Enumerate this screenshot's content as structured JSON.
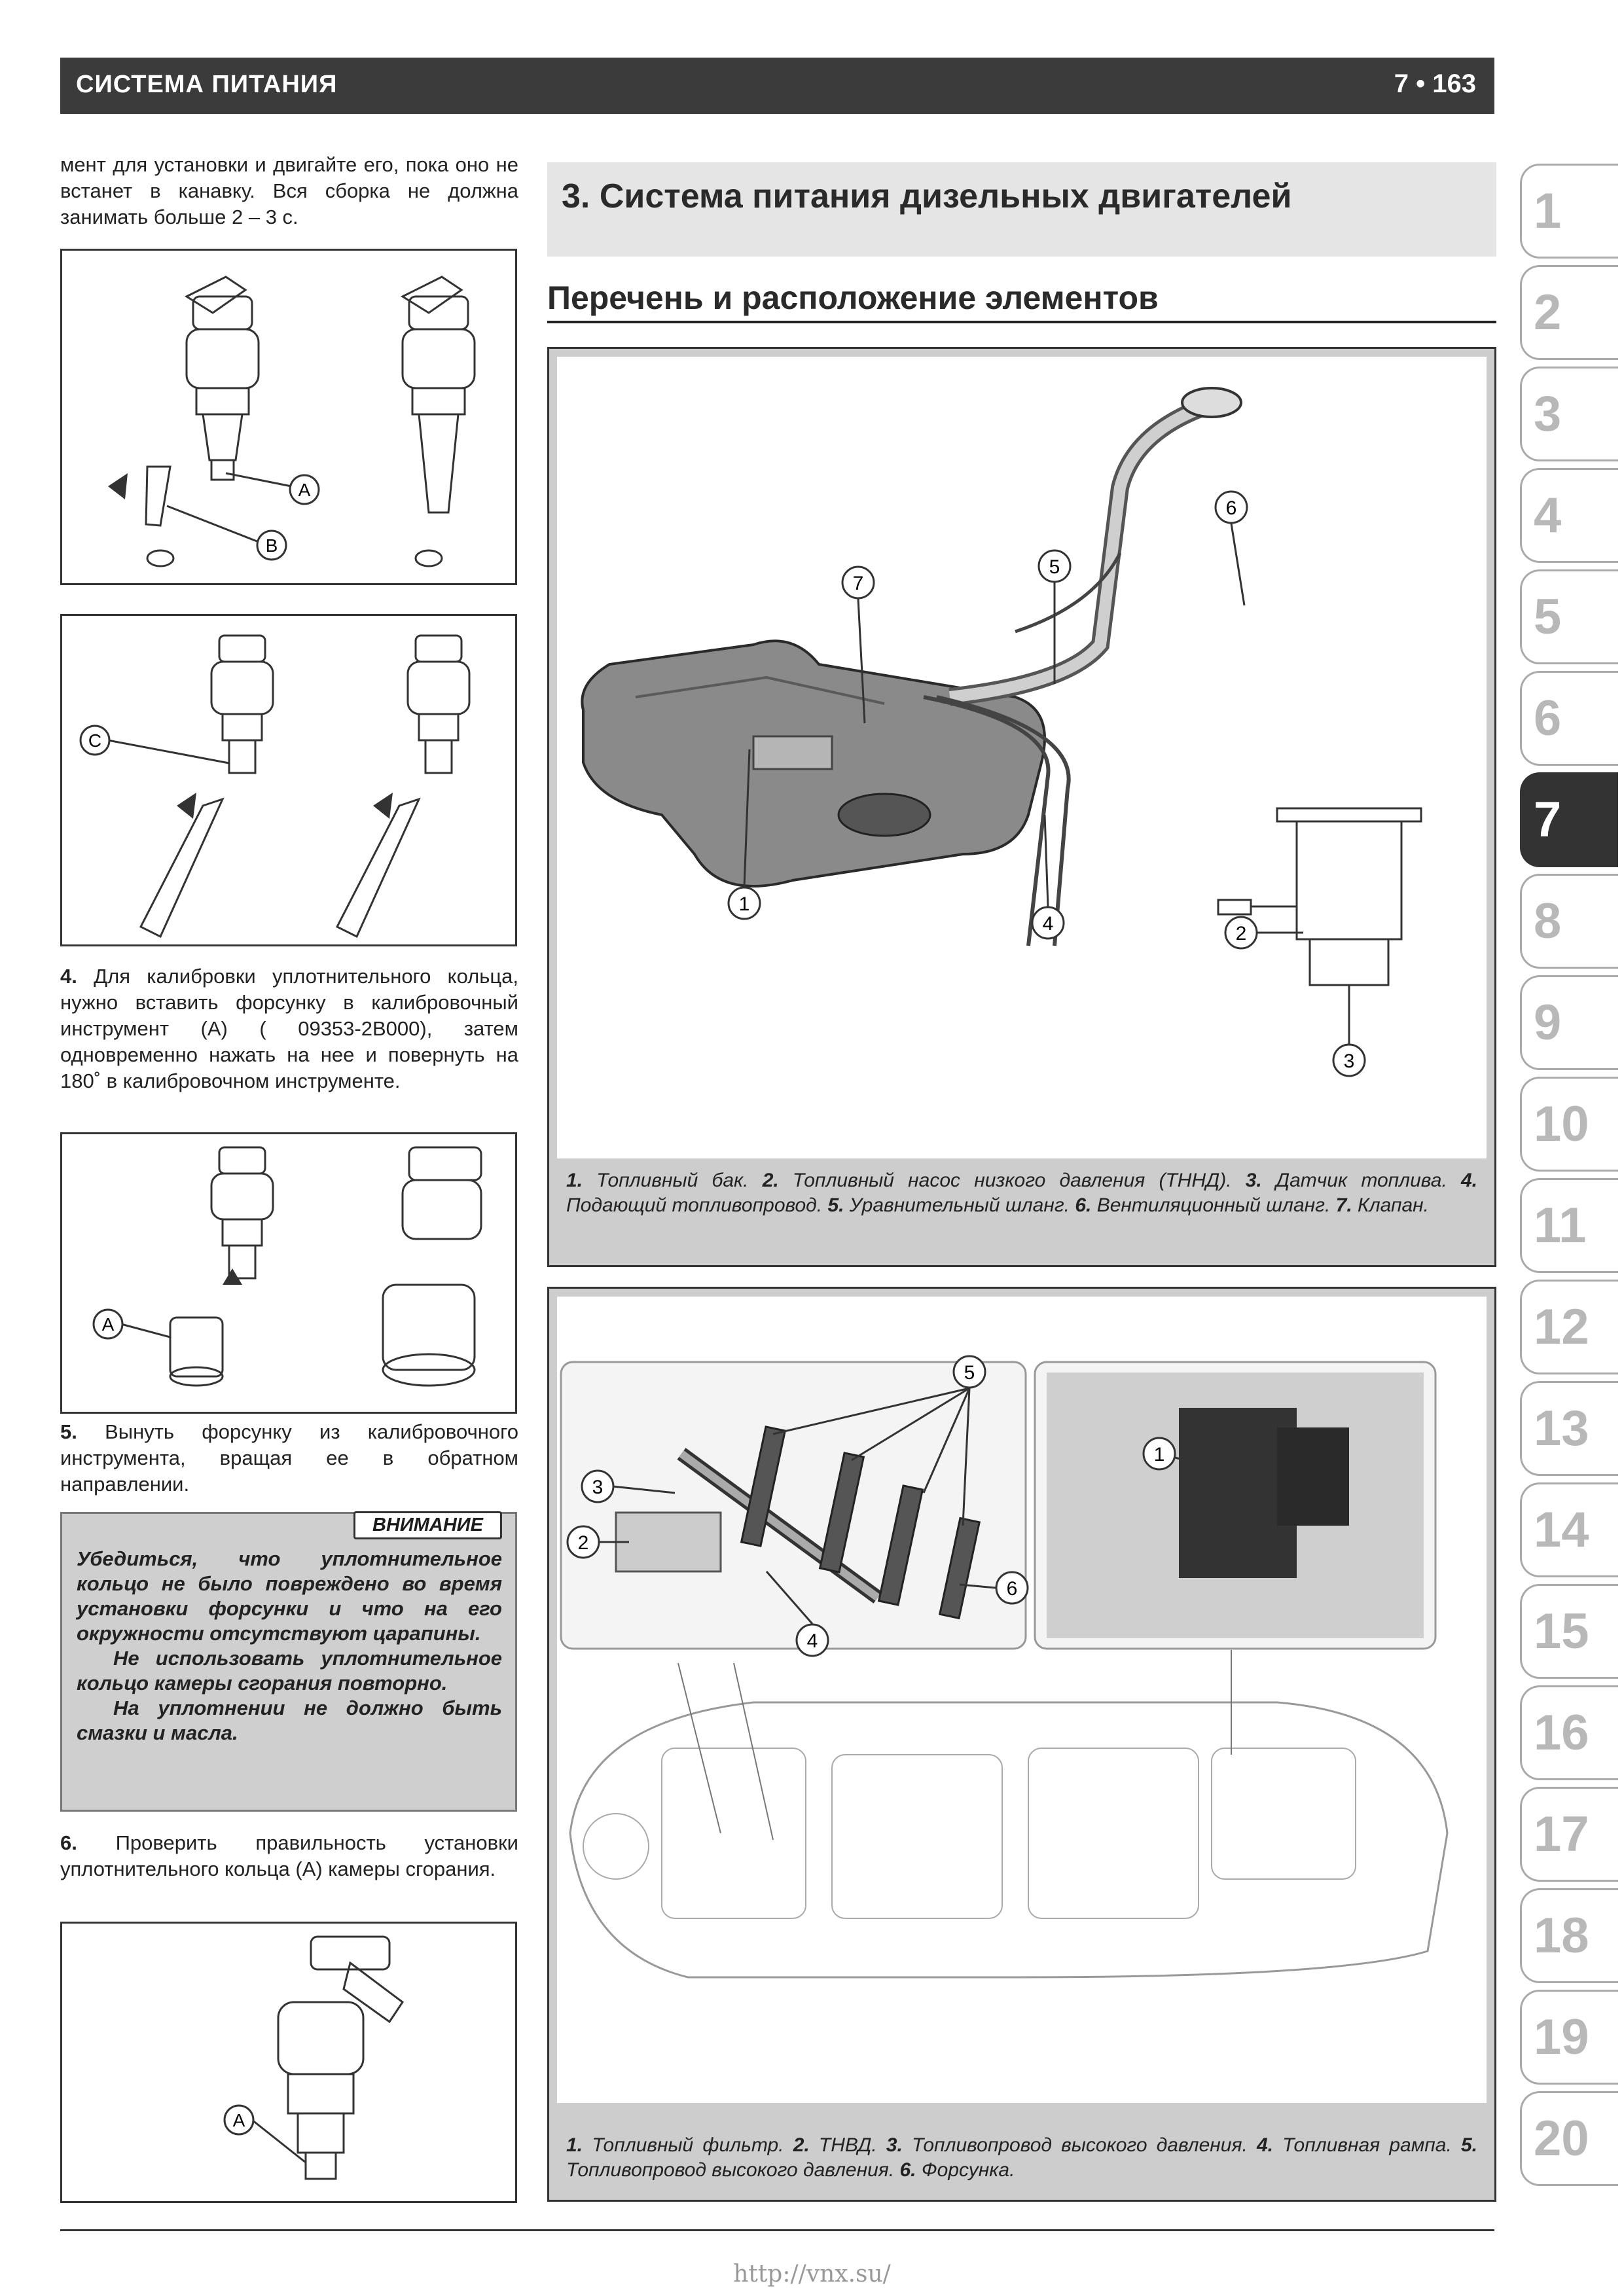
{
  "header": {
    "title": "СИСТЕМА ПИТАНИЯ",
    "page": "7 • 163"
  },
  "left": {
    "intro": "мент для установки и двигайте его, пока оно не встанет в канавку. Вся сборка не должна занимать больше 2 – 3 с.",
    "step4_num": "4.",
    "step4": "Для калибровки уплотнительного кольца, нужно вставить форсунку в калибровочный инструмент (А) ( 09353-2B000), затем одновременно нажать на нее и повернуть на 180˚ в калибровочном инструменте.",
    "step5_num": "5.",
    "step5": "Вынуть форсунку из калибровочного инструмента, вращая ее в обратном направлении.",
    "warning": {
      "label": "ВНИМАНИЕ",
      "p1": "Убедиться, что уплотнительное кольцо не было повреждено во время установки форсунки и что на его окружности отсутствуют царапины.",
      "p2": "Не использовать уплотнительное кольцо камеры сгорания повторно.",
      "p3": "На уплотнении не должно быть смазки и масла."
    },
    "step6_num": "6.",
    "step6": "Проверить правильность установки уплотнительного кольца (А) камеры сгорания.",
    "fig1_labels": {
      "a": "A",
      "b": "B"
    },
    "fig2_labels": {
      "c": "C"
    },
    "fig3_labels": {
      "a": "A"
    },
    "fig4_labels": {
      "a": "A"
    }
  },
  "section": {
    "title": "3. Система питания дизельных двигателей",
    "subtitle": "Перечень и расположение элементов"
  },
  "fig_tank": {
    "labels": [
      "1",
      "2",
      "3",
      "4",
      "5",
      "6",
      "7"
    ],
    "caption_parts": [
      {
        "n": "1.",
        "t": " Топливный бак. "
      },
      {
        "n": "2.",
        "t": " Топливный насос низкого давления (ТННД). "
      },
      {
        "n": "3.",
        "t": " Датчик топлива. "
      },
      {
        "n": "4.",
        "t": " Подающий топливопровод. "
      },
      {
        "n": "5.",
        "t": " Уравнительный шланг. "
      },
      {
        "n": "6.",
        "t": " Вентиляционный шланг. "
      },
      {
        "n": "7.",
        "t": " Клапан."
      }
    ]
  },
  "fig_engine": {
    "labels": [
      "1",
      "2",
      "3",
      "4",
      "5",
      "6"
    ],
    "caption_parts": [
      {
        "n": "1.",
        "t": " Топливный фильтр. "
      },
      {
        "n": "2.",
        "t": " ТНВД. "
      },
      {
        "n": "3.",
        "t": " Топливопровод высокого давления. "
      },
      {
        "n": "4.",
        "t": " Топливная рампа. "
      },
      {
        "n": "5.",
        "t": " Топливопровод высокого давления. "
      },
      {
        "n": "6.",
        "t": " Форсунка."
      }
    ]
  },
  "tabs": [
    "1",
    "2",
    "3",
    "4",
    "5",
    "6",
    "7",
    "8",
    "9",
    "10",
    "11",
    "12",
    "13",
    "14",
    "15",
    "16",
    "17",
    "18",
    "19",
    "20"
  ],
  "active_tab": "7",
  "footer": {
    "url": "http://vnx.su/"
  }
}
